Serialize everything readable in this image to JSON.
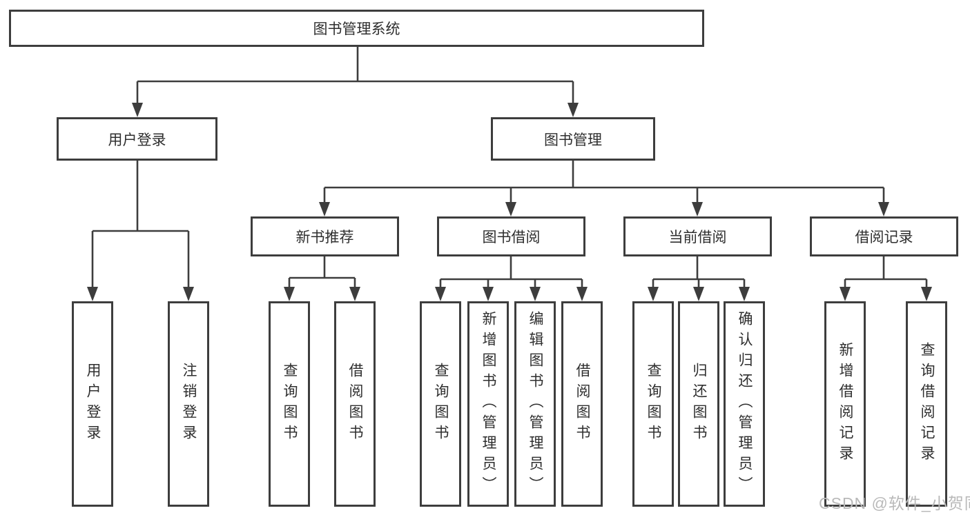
{
  "tree": {
    "root": "图书管理系统",
    "user": {
      "label": "用户登录",
      "children": [
        "用户登录",
        "注销登录"
      ]
    },
    "book": {
      "label": "图书管理",
      "sections": [
        {
          "label": "新书推荐",
          "children": [
            "查询图书",
            "借阅图书"
          ]
        },
        {
          "label": "图书借阅",
          "children": [
            "查询图书",
            "新增图书（管理员）",
            "编辑图书（管理员）",
            "借阅图书"
          ]
        },
        {
          "label": "当前借阅",
          "children": [
            "查询图书",
            "归还图书",
            "确认归还（管理员）"
          ]
        },
        {
          "label": "借阅记录",
          "children": [
            "新增借阅记录",
            "查询借阅记录"
          ]
        }
      ]
    }
  },
  "watermark": {
    "text": "CSDN @软件_小贺同学"
  },
  "colors": {
    "line": "#3d3d3d",
    "box_border": "#3d3d3d",
    "text": "#2e2e2e",
    "background": "#ffffff",
    "watermark_text": "#b9b9b9"
  }
}
